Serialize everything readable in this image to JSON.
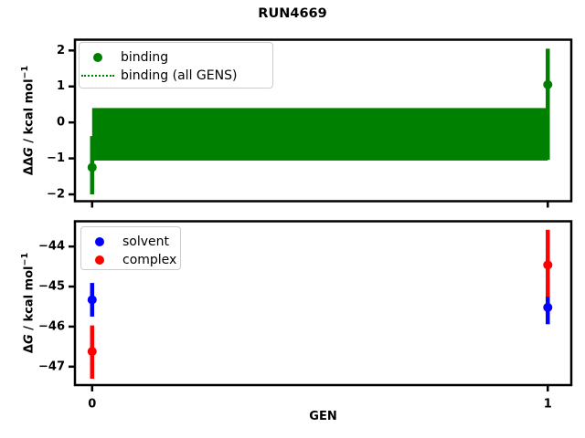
{
  "title": "RUN4669",
  "xlabel": "GEN",
  "colors": {
    "binding": "#008000",
    "band": "#008000",
    "solvent": "#0000ff",
    "complex": "#ff0000",
    "frame": "#000000",
    "legend_border": "#cccccc",
    "background": "#ffffff"
  },
  "ylabel_parts_top": {
    "prefix": "ΔΔ",
    "var": "G",
    "unit": " / kcal mol",
    "sup": "−1"
  },
  "ylabel_parts_bottom": {
    "prefix": "Δ",
    "var": "G",
    "unit": " / kcal mol",
    "sup": "−1"
  },
  "chart_data": [
    {
      "type": "errorbar",
      "name": "binding-vs-gen",
      "ylabel": "ΔΔG / kcal mol⁻¹",
      "xlim": [
        -0.0377,
        1.0516
      ],
      "ylim": [
        -2.19,
        2.3
      ],
      "yticks": [
        2,
        1,
        0,
        -1,
        -2
      ],
      "yticklabels": [
        "2",
        "1",
        "0",
        "−1",
        "−2"
      ],
      "xticks": [
        0,
        1
      ],
      "xticklabels": [
        "",
        ""
      ],
      "grid": false,
      "legend_position": "upper left",
      "band": {
        "label": "binding (all GENS)",
        "color": "#008000",
        "x0": 0,
        "x1": 1,
        "ylo": -1.06,
        "yhi": 0.4,
        "center": -0.33,
        "line_style": "dotted"
      },
      "series": [
        {
          "name": "binding",
          "color": "#008000",
          "marker": "circle",
          "points": [
            {
              "x": 0,
              "y": -1.25,
              "ylo": -2.0,
              "yhi": -0.38
            },
            {
              "x": 1,
              "y": 1.05,
              "ylo": -1.04,
              "yhi": 2.05
            }
          ]
        }
      ],
      "legend": {
        "entries": [
          {
            "label": "binding",
            "swatch": "dot",
            "color": "#008000"
          },
          {
            "label": "binding (all GENS)",
            "swatch": "dotted-line",
            "color": "#008000"
          }
        ]
      }
    },
    {
      "type": "errorbar",
      "name": "dg-vs-gen",
      "ylabel": "ΔG / kcal mol⁻¹",
      "xlim": [
        -0.0377,
        1.0516
      ],
      "ylim": [
        -47.46,
        -43.37
      ],
      "yticks": [
        -44,
        -45,
        -46,
        -47
      ],
      "yticklabels": [
        "−44",
        "−45",
        "−46",
        "−47"
      ],
      "xticks": [
        0,
        1
      ],
      "xticklabels": [
        "0",
        "1"
      ],
      "grid": false,
      "legend_position": "upper left",
      "series": [
        {
          "name": "solvent",
          "color": "#0000ff",
          "marker": "circle",
          "points": [
            {
              "x": 0,
              "y": -45.33,
              "ylo": -45.75,
              "yhi": -44.91
            },
            {
              "x": 1,
              "y": -45.52,
              "ylo": -45.94,
              "yhi": -45.1
            }
          ]
        },
        {
          "name": "complex",
          "color": "#ff0000",
          "marker": "circle",
          "points": [
            {
              "x": 0,
              "y": -46.62,
              "ylo": -47.3,
              "yhi": -45.97
            },
            {
              "x": 1,
              "y": -44.46,
              "ylo": -45.25,
              "yhi": -43.58
            }
          ]
        }
      ],
      "legend": {
        "entries": [
          {
            "label": "solvent",
            "swatch": "dot",
            "color": "#0000ff"
          },
          {
            "label": "complex",
            "swatch": "dot",
            "color": "#ff0000"
          }
        ]
      }
    }
  ]
}
